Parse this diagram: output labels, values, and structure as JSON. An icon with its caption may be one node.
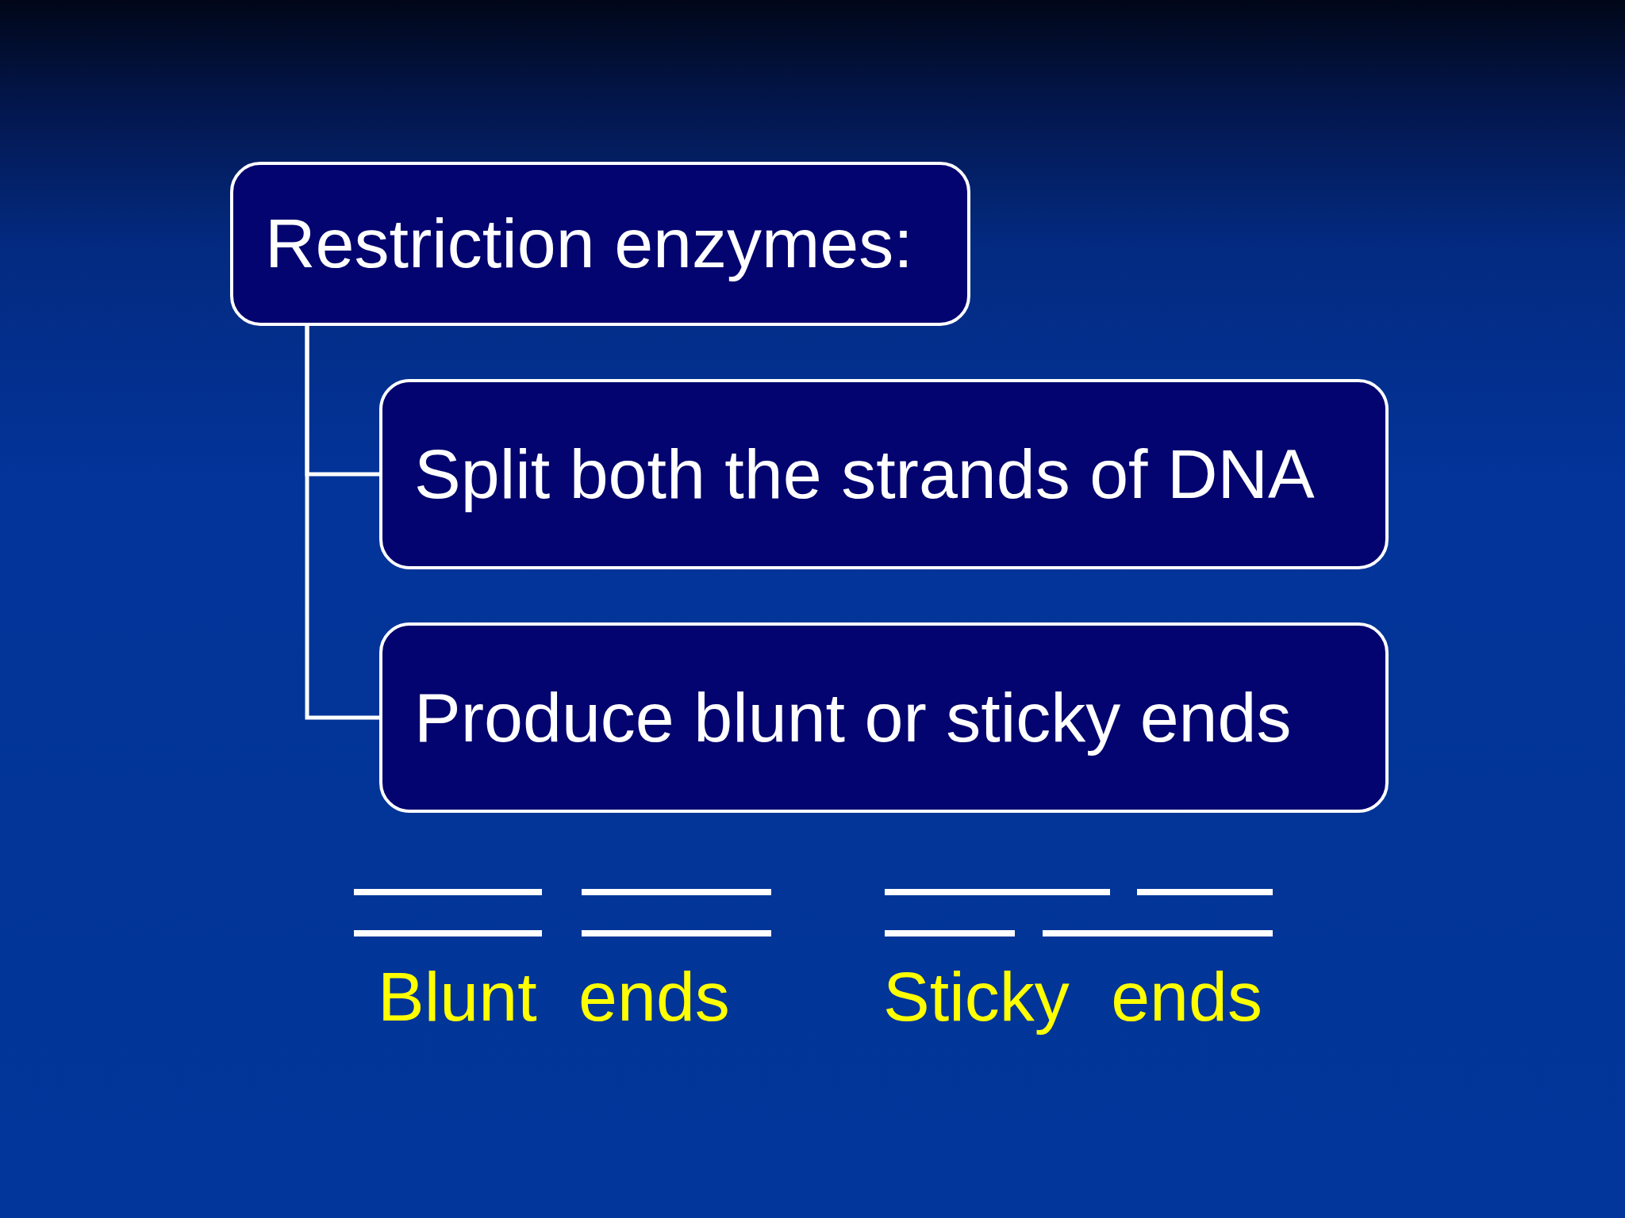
{
  "diagram": {
    "nodes": [
      {
        "text": [
          "Restriction enzymes:"
        ]
      },
      {
        "text": [
          "Split both the strands of DNA"
        ]
      },
      {
        "text": [
          "Produce blunt or sticky ends"
        ]
      }
    ],
    "edges": [
      {
        "from": 0,
        "to": 1,
        "arrow": "none"
      },
      {
        "from": 0,
        "to": 2,
        "arrow": "none"
      }
    ],
    "labels": [
      "Blunt ends",
      "Sticky ends"
    ]
  }
}
